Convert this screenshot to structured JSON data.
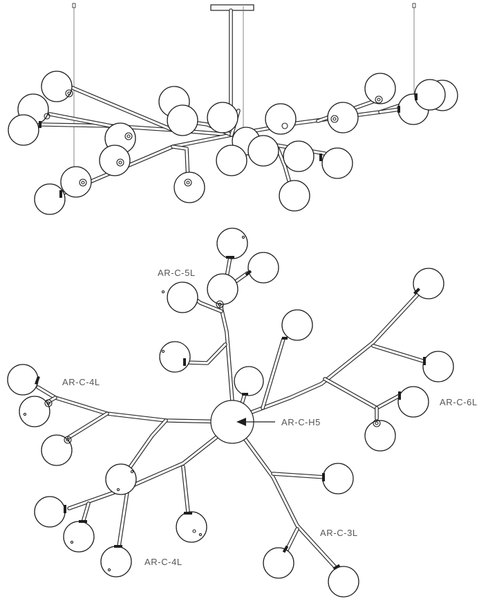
{
  "labels": {
    "arm_5l": "AR-C-5L",
    "arm_4l_top": "AR-C-4L",
    "arm_6l": "AR-C-6L",
    "hub": "AR-C-H5",
    "arm_3l": "AR-C-3L",
    "arm_4l_bottom": "AR-C-4L"
  },
  "colors": {
    "line": "#1e1e1e",
    "label": "#555555",
    "background": "#ffffff"
  }
}
